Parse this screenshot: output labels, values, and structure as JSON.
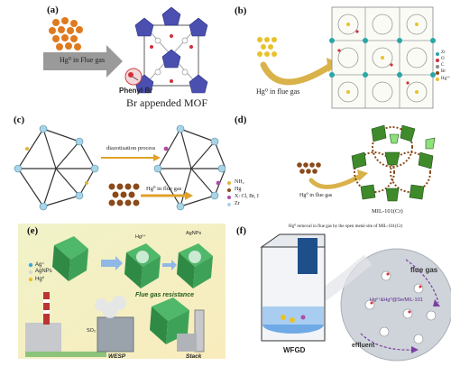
{
  "panels": {
    "a": {
      "label": "(a)",
      "arrow_text": "Hg⁰ in Flue gas",
      "group_label": "Phenyl Br",
      "caption": "Br appended MOF"
    },
    "b": {
      "label": "(b)",
      "arrow_text": "Hg⁰ in flue gas",
      "legend": [
        "Zr",
        "O",
        "C",
        "Br",
        "Hg²⁺"
      ]
    },
    "c": {
      "label": "(c)",
      "process_text": "diazotisation process",
      "arrow_text": "Hg⁰ in flue gas"
    },
    "d": {
      "label": "(d)",
      "legend": [
        "NH₂",
        "Hg",
        "X: Cl, Br, I",
        "Zr"
      ],
      "arrow_text": "Hg⁰ in flue gas",
      "caption": "MIL-101(Cr)"
    },
    "e": {
      "label": "(e)",
      "legend": [
        "Ag⁺",
        "AgNPs",
        "Hg⁰"
      ],
      "resistance_text": "Flue gas resistance",
      "so2": "SO₂",
      "wesp": "WESP",
      "stack": "Stack",
      "hg2": "Hg²⁺",
      "agnps": "AgNPs"
    },
    "f": {
      "label": "(f)",
      "title": "Hg⁰ removal in flue gas by the open metal site of MIL-101(Cr)",
      "flue_gas": "flue gas",
      "effluent": "effluent",
      "wfgd": "WFGD",
      "reaction": "Hg²⁺&Hg⁰@Se/MIL-101"
    }
  },
  "colors": {
    "mof_blue": "#4a4fb0",
    "hg_orange": "#e07a1f",
    "green_poly": "#3f8a2a",
    "arrow_gold": "#d9b24a"
  }
}
